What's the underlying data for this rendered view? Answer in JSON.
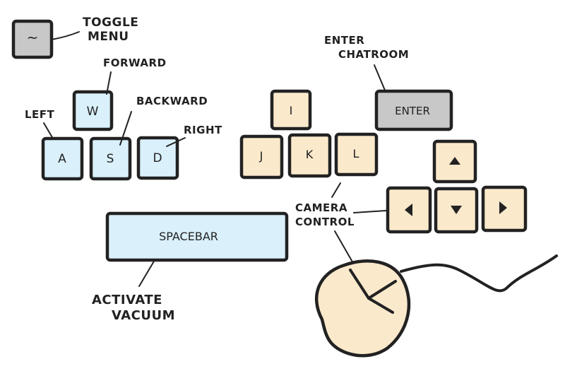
{
  "colors": {
    "movement_key_fill": "#daf0fb",
    "action_key_fill": "#fbe9cc",
    "system_key_fill": "#c8c8c8",
    "ink": "#222222"
  },
  "keys": {
    "toggle_menu": "~",
    "w": "W",
    "a": "A",
    "s": "S",
    "d": "D",
    "i": "I",
    "j": "J",
    "k": "K",
    "l": "L",
    "enter": "ENTER",
    "spacebar": "SPACEBAR"
  },
  "arrow_keys": {
    "up": "arrow-up-icon",
    "left": "arrow-left-icon",
    "down": "arrow-down-icon",
    "right": "arrow-right-icon"
  },
  "labels": {
    "toggle_line1": "TOGGLE",
    "toggle_line2": "MENU",
    "forward": "FORWARD",
    "left": "LEFT",
    "backward": "BACKWARD",
    "right": "RIGHT",
    "enter_line1": "ENTER",
    "enter_line2": "CHATROOM",
    "camera_line1": "CAMERA",
    "camera_line2": "CONTROL",
    "vacuum_line1": "ACTIVATE",
    "vacuum_line2": "VACUUM"
  },
  "mouse": {
    "icon": "mouse-icon"
  }
}
